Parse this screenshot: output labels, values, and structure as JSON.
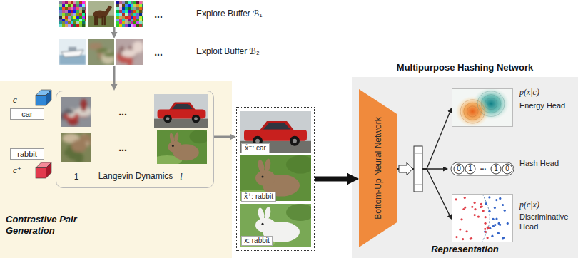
{
  "diagram": {
    "nodes": [
      {
        "text": [
          "Explore Buffer ℬ₁"
        ]
      },
      {
        "text": [
          "Exploit Buffer ℬ₂"
        ]
      },
      {
        "text": [
          "Contrastive Pair Generation"
        ]
      },
      {
        "text": [
          "car"
        ],
        "in": 2
      },
      {
        "text": [
          "rabbit"
        ],
        "in": 2
      },
      {
        "text": [
          "Langevin Dynamics"
        ],
        "in": 2
      },
      {
        "text": []
      },
      {
        "text": [
          "x̂⁻: car"
        ],
        "in": 6
      },
      {
        "text": [
          "x̂⁺: rabbit"
        ],
        "in": 6
      },
      {
        "text": [
          "x: rabbit"
        ],
        "in": 6
      },
      {
        "text": [
          "Multipurpose Hashing Network",
          "Representation"
        ]
      },
      {
        "text": [
          "Bottom-Up Neural Network"
        ],
        "in": 10
      },
      {
        "text": [
          "p(x|c)",
          "Energy Head"
        ],
        "in": 10
      },
      {
        "text": [
          "Hash Head"
        ],
        "in": 10
      },
      {
        "text": [
          "p(c|x)",
          "Discriminative Head"
        ],
        "in": 10
      }
    ],
    "edges": [
      {
        "from": 0,
        "to": 1,
        "arrow": "to"
      },
      {
        "from": 1,
        "to": 5,
        "arrow": "to"
      },
      {
        "from": 5,
        "to": 6,
        "arrow": "to"
      },
      {
        "from": 6,
        "to": 11,
        "arrow": "to"
      },
      {
        "from": 11,
        "to": 12,
        "arrow": "to"
      },
      {
        "from": 11,
        "to": 13,
        "arrow": "to"
      },
      {
        "from": 11,
        "to": 14,
        "arrow": "to"
      }
    ],
    "labels": [
      "...",
      "...",
      "c⁻",
      "c⁺",
      "...",
      "...",
      "1",
      "l",
      "0",
      "1",
      "...",
      "1",
      "0"
    ]
  }
}
